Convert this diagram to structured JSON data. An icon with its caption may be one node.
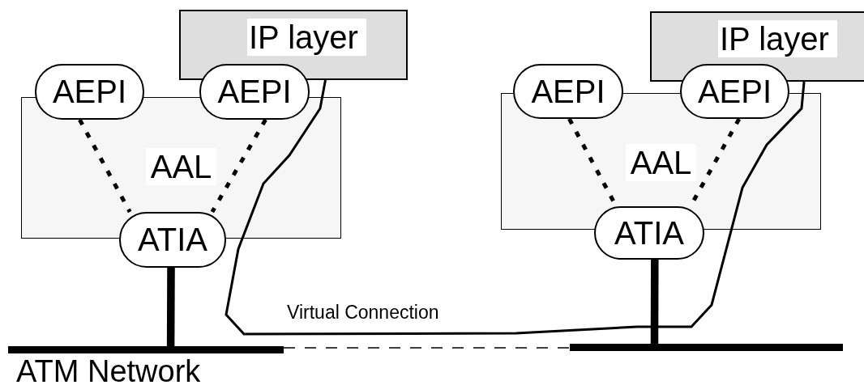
{
  "diagram": {
    "nodes": [
      {
        "text": [
          "IP layer"
        ]
      },
      {
        "text": [
          "AAL"
        ]
      },
      {
        "text": [
          "AEPI"
        ]
      },
      {
        "text": [
          "AEPI"
        ]
      },
      {
        "text": [
          "ATIA"
        ]
      },
      {
        "text": [
          "ATM Network"
        ]
      },
      {
        "text": [
          "IP layer"
        ]
      },
      {
        "text": [
          "AAL"
        ]
      },
      {
        "text": [
          "AEPI"
        ]
      },
      {
        "text": [
          "AEPI"
        ]
      },
      {
        "text": [
          "ATIA"
        ]
      },
      {
        "text": [],
        "shape": "bar"
      }
    ],
    "edges": [
      {
        "from": 2,
        "to": 4,
        "arrow": "none",
        "style": "dashed"
      },
      {
        "from": 3,
        "to": 4,
        "arrow": "none",
        "style": "dashed"
      },
      {
        "from": 4,
        "to": 5,
        "arrow": "none",
        "style": "thick"
      },
      {
        "from": 8,
        "to": 10,
        "arrow": "none",
        "style": "dashed"
      },
      {
        "from": 9,
        "to": 10,
        "arrow": "none",
        "style": "dashed"
      },
      {
        "from": 10,
        "to": 11,
        "arrow": "none",
        "style": "thick"
      },
      {
        "from": 5,
        "to": 11,
        "arrow": "none",
        "style": "dashed"
      },
      {
        "from": 0,
        "to": 6,
        "arrow": "none",
        "label": "Virtual Connection"
      }
    ]
  }
}
